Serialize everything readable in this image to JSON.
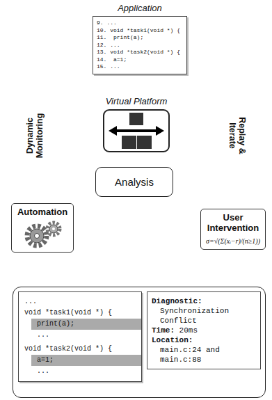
{
  "diagram": {
    "nodes": [
      {
        "text": [
          "Application",
          "9. ...",
          "10. void *task1(void *) {",
          "11.  print(a);",
          "12. ...",
          "13. void *task2(void *) {",
          "14.  a=1;",
          "15. ..."
        ]
      },
      {
        "text": [
          "Virtual Platform"
        ]
      },
      {
        "text": [
          "Analysis"
        ]
      },
      {
        "text": [
          "Automation"
        ]
      },
      {
        "text": [
          "User Intervention",
          "σ=√(Σ(xᵢ−r)/(n≥1))"
        ]
      },
      {
        "text": []
      },
      {
        "text": [
          "...",
          "void *task1(void *) {",
          "print(a);",
          "...",
          "void *task2(void *) {",
          "a=1;",
          "..."
        ],
        "in": 5
      },
      {
        "text": [
          "Diagnostic:",
          "Synchronization Conflict",
          "Time:",
          "20ms",
          "Location:",
          "main.c:24 and main.c:88"
        ],
        "in": 5
      }
    ],
    "edges": [
      {
        "from": 0,
        "to": 1,
        "arrow": "to"
      },
      {
        "from": 1,
        "to": 2,
        "arrow": "to",
        "label": "Dynamic Monitoring"
      },
      {
        "from": 2,
        "to": 1,
        "arrow": "to",
        "label": "Replay & Iterate"
      },
      {
        "from": 3,
        "to": 2,
        "arrow": "to"
      },
      {
        "from": 4,
        "to": 2,
        "arrow": "to"
      },
      {
        "from": 2,
        "to": 5,
        "arrow": "to"
      }
    ]
  }
}
